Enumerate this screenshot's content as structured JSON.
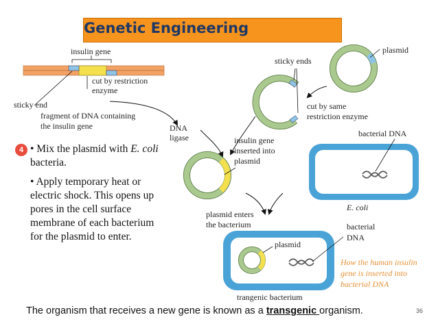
{
  "title": "Genetic Engineering",
  "labels": {
    "insulin_gene_top": "insulin gene",
    "cut_by_restriction": "cut by restriction",
    "enzyme": "enzyme",
    "sticky_end": "sticky end",
    "fragment_line1": "fragment of DNA containing",
    "fragment_line2": "the insulin gene",
    "sticky_ends": "sticky ends",
    "plasmid_top": "plasmid",
    "cut_same_line1": "cut by same",
    "cut_same_line2": "restriction enzyme",
    "dna_ligase_line1": "DNA",
    "dna_ligase_line2": "ligase",
    "insulin_inserted_line1": "insulin gene",
    "insulin_inserted_line2": "inserted into",
    "insulin_inserted_line3": "plasmid",
    "bacterial_dna_top": "bacterial DNA",
    "e_coli": "E. coli",
    "plasmid_enters_line1": "plasmid enters",
    "plasmid_enters_line2": "the bacterium",
    "bacterial_dna_line1": "bacterial",
    "bacterial_dna_line2": "DNA",
    "plasmid_bottom": "plasmid",
    "transgenic_bacterium": "trangenic bacterium",
    "caption_line1": "How the human insulin",
    "caption_line2": "gene is inserted into",
    "caption_line3": "bacterial DNA"
  },
  "step_number": "4",
  "bullets": {
    "b1_prefix": "• Mix the plasmid with ",
    "b1_italic": "E. coli",
    "b1_suffix": " bacteria.",
    "b2": "• Apply temporary heat or electric shock. This opens up pores in the cell surface membrane of each bacterium for the plasmid to enter."
  },
  "footer": {
    "prefix": "The organism that receives a new gene is known as a ",
    "keyword": "transgenic ",
    "suffix": "organism."
  },
  "page_number": "36",
  "colors": {
    "title_bg": "#f7941e",
    "title_text": "#1f3864",
    "dna_strand": "#f2a265",
    "insulin_gene": "#f4e04d",
    "sticky_end": "#8ec5e6",
    "plasmid_ring": "#a9c98f",
    "bacterium_fill": "#cde8f6",
    "bacterium_border": "#4aa3d6",
    "caption": "#e69138"
  }
}
